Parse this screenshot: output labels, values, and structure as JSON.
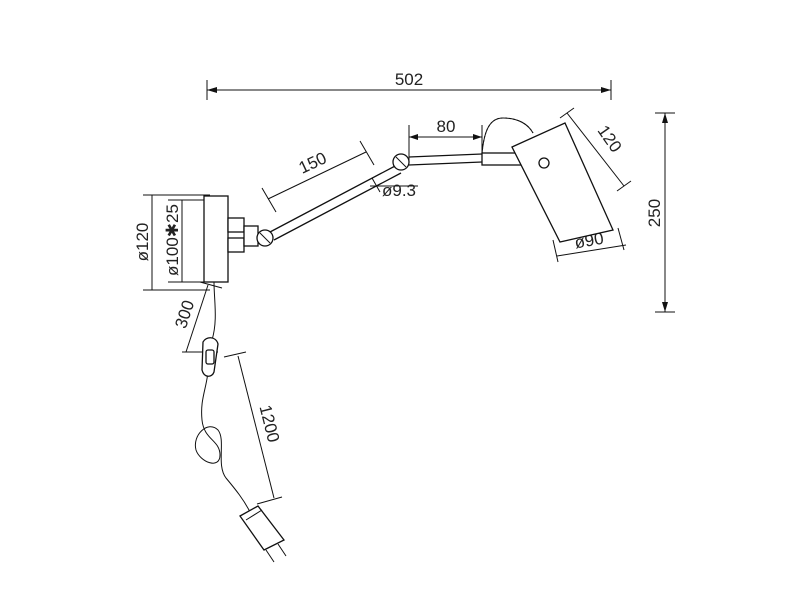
{
  "drawing": {
    "dimensions": {
      "overall_width": "502",
      "overall_height": "250",
      "base_to_arm": "80",
      "arm_length": "150",
      "arm_diameter": "ø9.3",
      "shade_length": "120",
      "shade_diameter": "ø90",
      "plate_diameter": "ø120",
      "plate_inner": "ø100✱25",
      "cable_to_switch": "300",
      "cable_to_plug": "1200"
    }
  }
}
